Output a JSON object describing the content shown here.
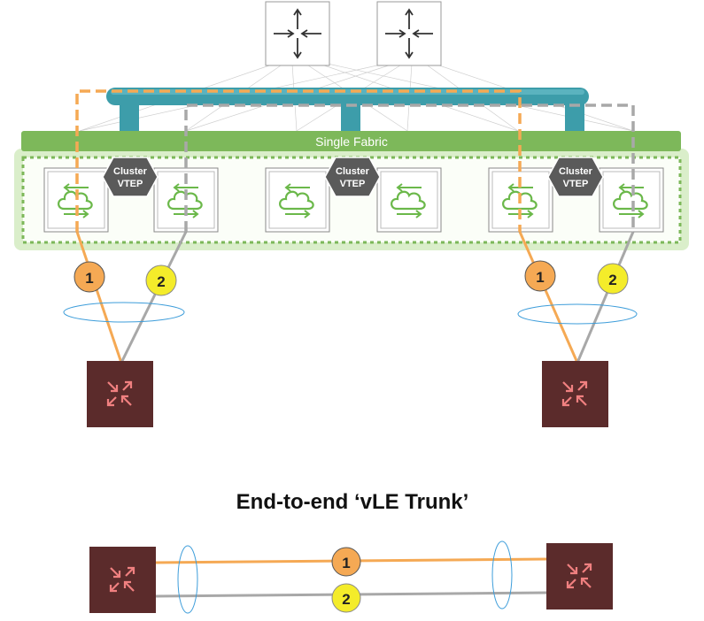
{
  "fabric": {
    "label": "Single Fabric"
  },
  "cluster_vtep": [
    {
      "line1": "Cluster",
      "line2": "VTEP"
    },
    {
      "line1": "Cluster",
      "line2": "VTEP"
    },
    {
      "line1": "Cluster",
      "line2": "VTEP"
    }
  ],
  "links": {
    "orange_label": "1",
    "gray_label": "2"
  },
  "bottom": {
    "title": "End-to-end ‘vLE Trunk’",
    "orange_label": "1",
    "gray_label": "2"
  },
  "colors": {
    "orange": "#F5A954",
    "gray": "#A8A8A8",
    "yellow_badge": "#F4EC2A",
    "orange_badge": "#F5A954",
    "fabric_green": "#7DB85A",
    "spine_teal": "#3D9DAA",
    "vtep_hex": "#5A5A5A",
    "router_maroon": "#5B2B2B",
    "router_arrow": "#F08080"
  },
  "icons": {
    "spine": "four-way-arrows-icon",
    "leaf": "cloud-with-arrows-icon",
    "router": "router-arrows-icon"
  }
}
